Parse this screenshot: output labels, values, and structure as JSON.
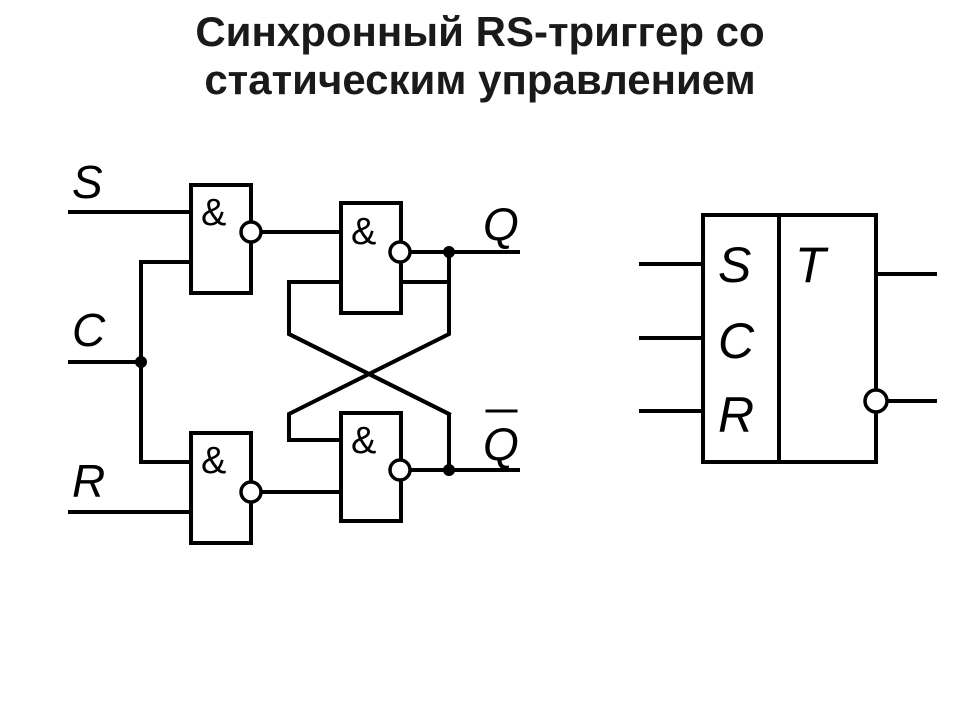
{
  "title": {
    "line1": "Синхронный RS-триггер со",
    "line2": "статическим управлением"
  },
  "circuit": {
    "inputs": {
      "s": "S",
      "c": "C",
      "r": "R"
    },
    "outputs": {
      "q": "Q",
      "q_bar": "Q"
    },
    "gate_symbol": "&"
  },
  "symbol": {
    "inputs": {
      "s": "S",
      "c": "C",
      "r": "R"
    },
    "type_label": "T"
  }
}
